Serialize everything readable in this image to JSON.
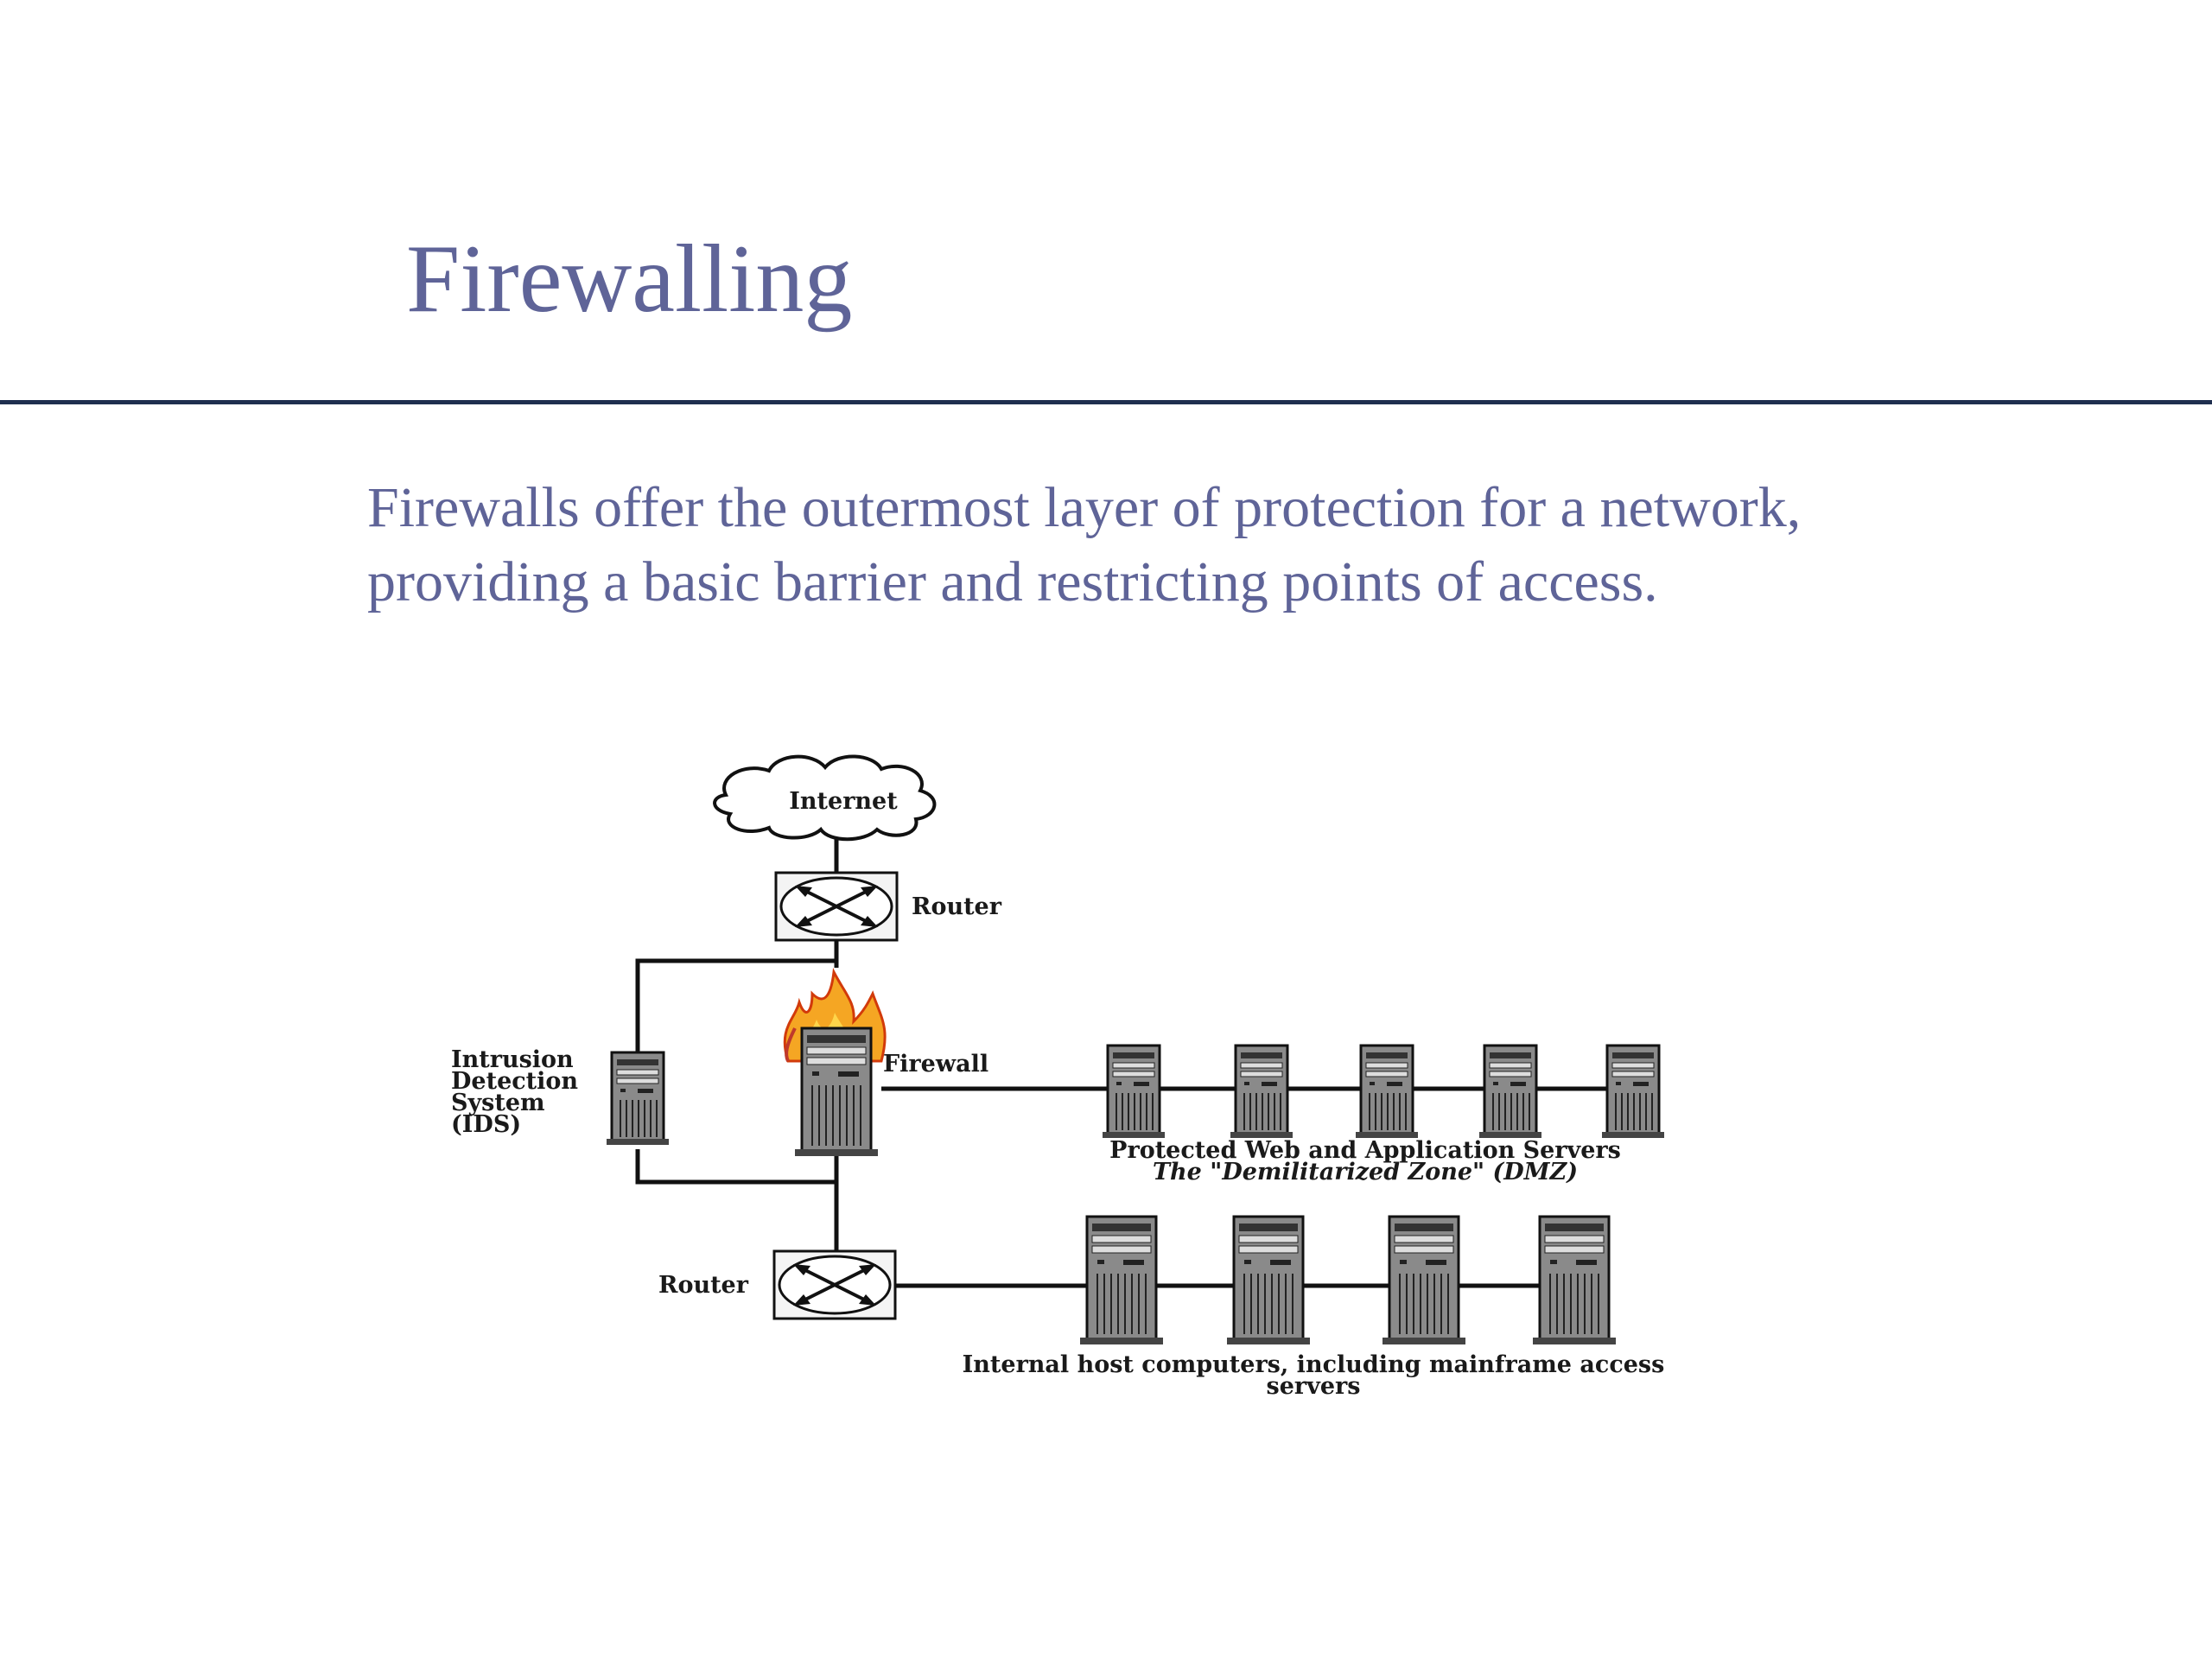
{
  "slide": {
    "title": "Firewalling",
    "body": "Firewalls offer the outermost layer of protection for a network, providing a basic barrier and restricting points of access."
  },
  "diagram": {
    "internet_label": "Internet",
    "router_top_label": "Router",
    "firewall_label": "Firewall",
    "ids_label_lines": [
      "Intrusion",
      "Detection",
      "System",
      "(IDS)"
    ],
    "dmz_label_line1": "Protected Web and Application Servers",
    "dmz_label_line2": "The \"Demilitarized Zone\" (DMZ)",
    "router_bottom_label": "Router",
    "internal_label_line1": "Internal host computers, including mainframe access",
    "internal_label_line2": "servers"
  },
  "colors": {
    "text": "#5f6498",
    "rule": "#1f2f4f",
    "line": "#111111"
  }
}
